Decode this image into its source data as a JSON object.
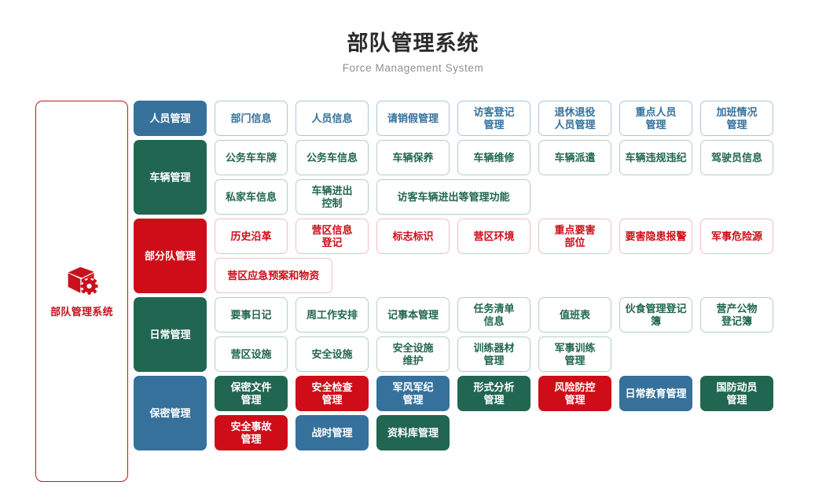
{
  "header": {
    "title": "部队管理系统",
    "subtitle": "Force Management System"
  },
  "sidebar": {
    "logo_icon": "box-gear-icon",
    "label": "部队管理系统"
  },
  "colors": {
    "blue": "#35719b",
    "green": "#216650",
    "red": "#ce0d18",
    "blue_border": "#a9c6da",
    "green_border": "#b4cfc5",
    "red_border": "#eec0c4",
    "title": "#2b2b2b",
    "subtitle": "#8f8f8f"
  },
  "sections": [
    {
      "category": "人员管理",
      "category_color": "blue",
      "rows": [
        [
          {
            "label": "部门信息",
            "style": "o-blue",
            "span": 1
          },
          {
            "label": "人员信息",
            "style": "o-blue",
            "span": 1
          },
          {
            "label": "请销假管理",
            "style": "o-blue",
            "span": 1
          },
          {
            "label": "访客登记\n管理",
            "style": "o-blue",
            "span": 1
          },
          {
            "label": "退休退役\n人员管理",
            "style": "o-blue",
            "span": 1
          },
          {
            "label": "重点人员\n管理",
            "style": "o-blue",
            "span": 1
          },
          {
            "label": "加班情况\n管理",
            "style": "o-blue",
            "span": 1
          }
        ]
      ]
    },
    {
      "category": "车辆管理",
      "category_color": "green",
      "rows": [
        [
          {
            "label": "公务车车牌",
            "style": "o-green",
            "span": 1
          },
          {
            "label": "公务车信息",
            "style": "o-green",
            "span": 1
          },
          {
            "label": "车辆保养",
            "style": "o-green",
            "span": 1
          },
          {
            "label": "车辆维修",
            "style": "o-green",
            "span": 1
          },
          {
            "label": "车辆派遣",
            "style": "o-green",
            "span": 1
          },
          {
            "label": "车辆违规违纪",
            "style": "o-green",
            "span": 1
          },
          {
            "label": "驾驶员信息",
            "style": "o-green",
            "span": 1
          }
        ],
        [
          {
            "label": "私家车信息",
            "style": "o-green",
            "span": 1
          },
          {
            "label": "车辆进出\n控制",
            "style": "o-green",
            "span": 1
          },
          {
            "label": "访客车辆进出等管理功能",
            "style": "o-green",
            "span": 2
          }
        ]
      ]
    },
    {
      "category": "部分队管理",
      "category_color": "red",
      "rows": [
        [
          {
            "label": "历史沿革",
            "style": "o-red",
            "span": 1
          },
          {
            "label": "营区信息\n登记",
            "style": "o-red",
            "span": 1
          },
          {
            "label": "标志标识",
            "style": "o-red",
            "span": 1
          },
          {
            "label": "营区环境",
            "style": "o-red",
            "span": 1
          },
          {
            "label": "重点要害\n部位",
            "style": "o-red",
            "span": 1
          },
          {
            "label": "要害隐患报警",
            "style": "o-red",
            "span": 1
          },
          {
            "label": "军事危险源",
            "style": "o-red",
            "span": 1
          }
        ],
        [
          {
            "label": "营区应急预案和物资",
            "style": "o-red",
            "span": 1.5
          }
        ]
      ]
    },
    {
      "category": "日常管理",
      "category_color": "green",
      "rows": [
        [
          {
            "label": "要事日记",
            "style": "o-green",
            "span": 1
          },
          {
            "label": "周工作安排",
            "style": "o-green",
            "span": 1
          },
          {
            "label": "记事本管理",
            "style": "o-green",
            "span": 1
          },
          {
            "label": "任务清单\n信息",
            "style": "o-green",
            "span": 1
          },
          {
            "label": "值班表",
            "style": "o-green",
            "span": 1
          },
          {
            "label": "伙食管理登记簿",
            "style": "o-green",
            "span": 1
          },
          {
            "label": "营产公物\n登记簿",
            "style": "o-green",
            "span": 1
          }
        ],
        [
          {
            "label": "营区设施",
            "style": "o-green",
            "span": 1
          },
          {
            "label": "安全设施",
            "style": "o-green",
            "span": 1
          },
          {
            "label": "安全设施\n维护",
            "style": "o-green",
            "span": 1
          },
          {
            "label": "训练器材\n管理",
            "style": "o-green",
            "span": 1
          },
          {
            "label": "军事训练\n管理",
            "style": "o-green",
            "span": 1
          }
        ]
      ]
    },
    {
      "category": "保密管理",
      "category_color": "blue",
      "rows": [
        [
          {
            "label": "保密文件\n管理",
            "style": "s-green",
            "span": 1
          },
          {
            "label": "安全检查\n管理",
            "style": "s-red",
            "span": 1
          },
          {
            "label": "军风军纪\n管理",
            "style": "s-blue",
            "span": 1
          },
          {
            "label": "形式分析\n管理",
            "style": "s-green",
            "span": 1
          },
          {
            "label": "风险防控\n管理",
            "style": "s-red",
            "span": 1
          },
          {
            "label": "日常教育管理",
            "style": "s-blue",
            "span": 1
          },
          {
            "label": "国防动员\n管理",
            "style": "s-green",
            "span": 1
          }
        ],
        [
          {
            "label": "安全事故\n管理",
            "style": "s-red",
            "span": 1
          },
          {
            "label": "战时管理",
            "style": "s-blue",
            "span": 1
          },
          {
            "label": "资料库管理",
            "style": "s-green",
            "span": 1
          }
        ]
      ]
    }
  ]
}
